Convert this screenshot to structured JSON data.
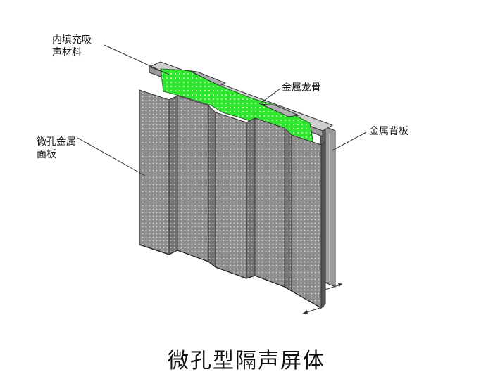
{
  "labels": {
    "infill_line1": "内填充吸",
    "infill_line2": "声材料",
    "keel": "金属龙骨",
    "back_panel": "金属背板",
    "face_line1": "微孔金属",
    "face_line2": "面板"
  },
  "title": "微孔型隔声屏体",
  "colors": {
    "infill_green": "#2ee62e",
    "panel_gray": "#8a8a8a",
    "back_gray": "#bdbdbd"
  }
}
